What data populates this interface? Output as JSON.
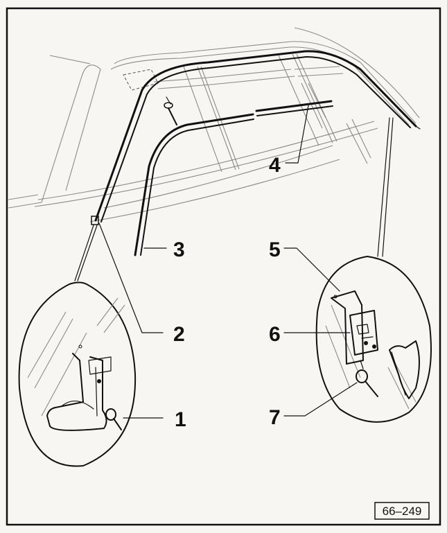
{
  "callouts": [
    {
      "label": "1"
    },
    {
      "label": "2"
    },
    {
      "label": "3"
    },
    {
      "label": "4"
    },
    {
      "label": "5"
    },
    {
      "label": "6"
    },
    {
      "label": "7"
    }
  ],
  "figure_ref": "66–249",
  "colors": {
    "paper": "#f7f6f2",
    "ink": "#111111",
    "faint_ink": "#8a8a86"
  }
}
